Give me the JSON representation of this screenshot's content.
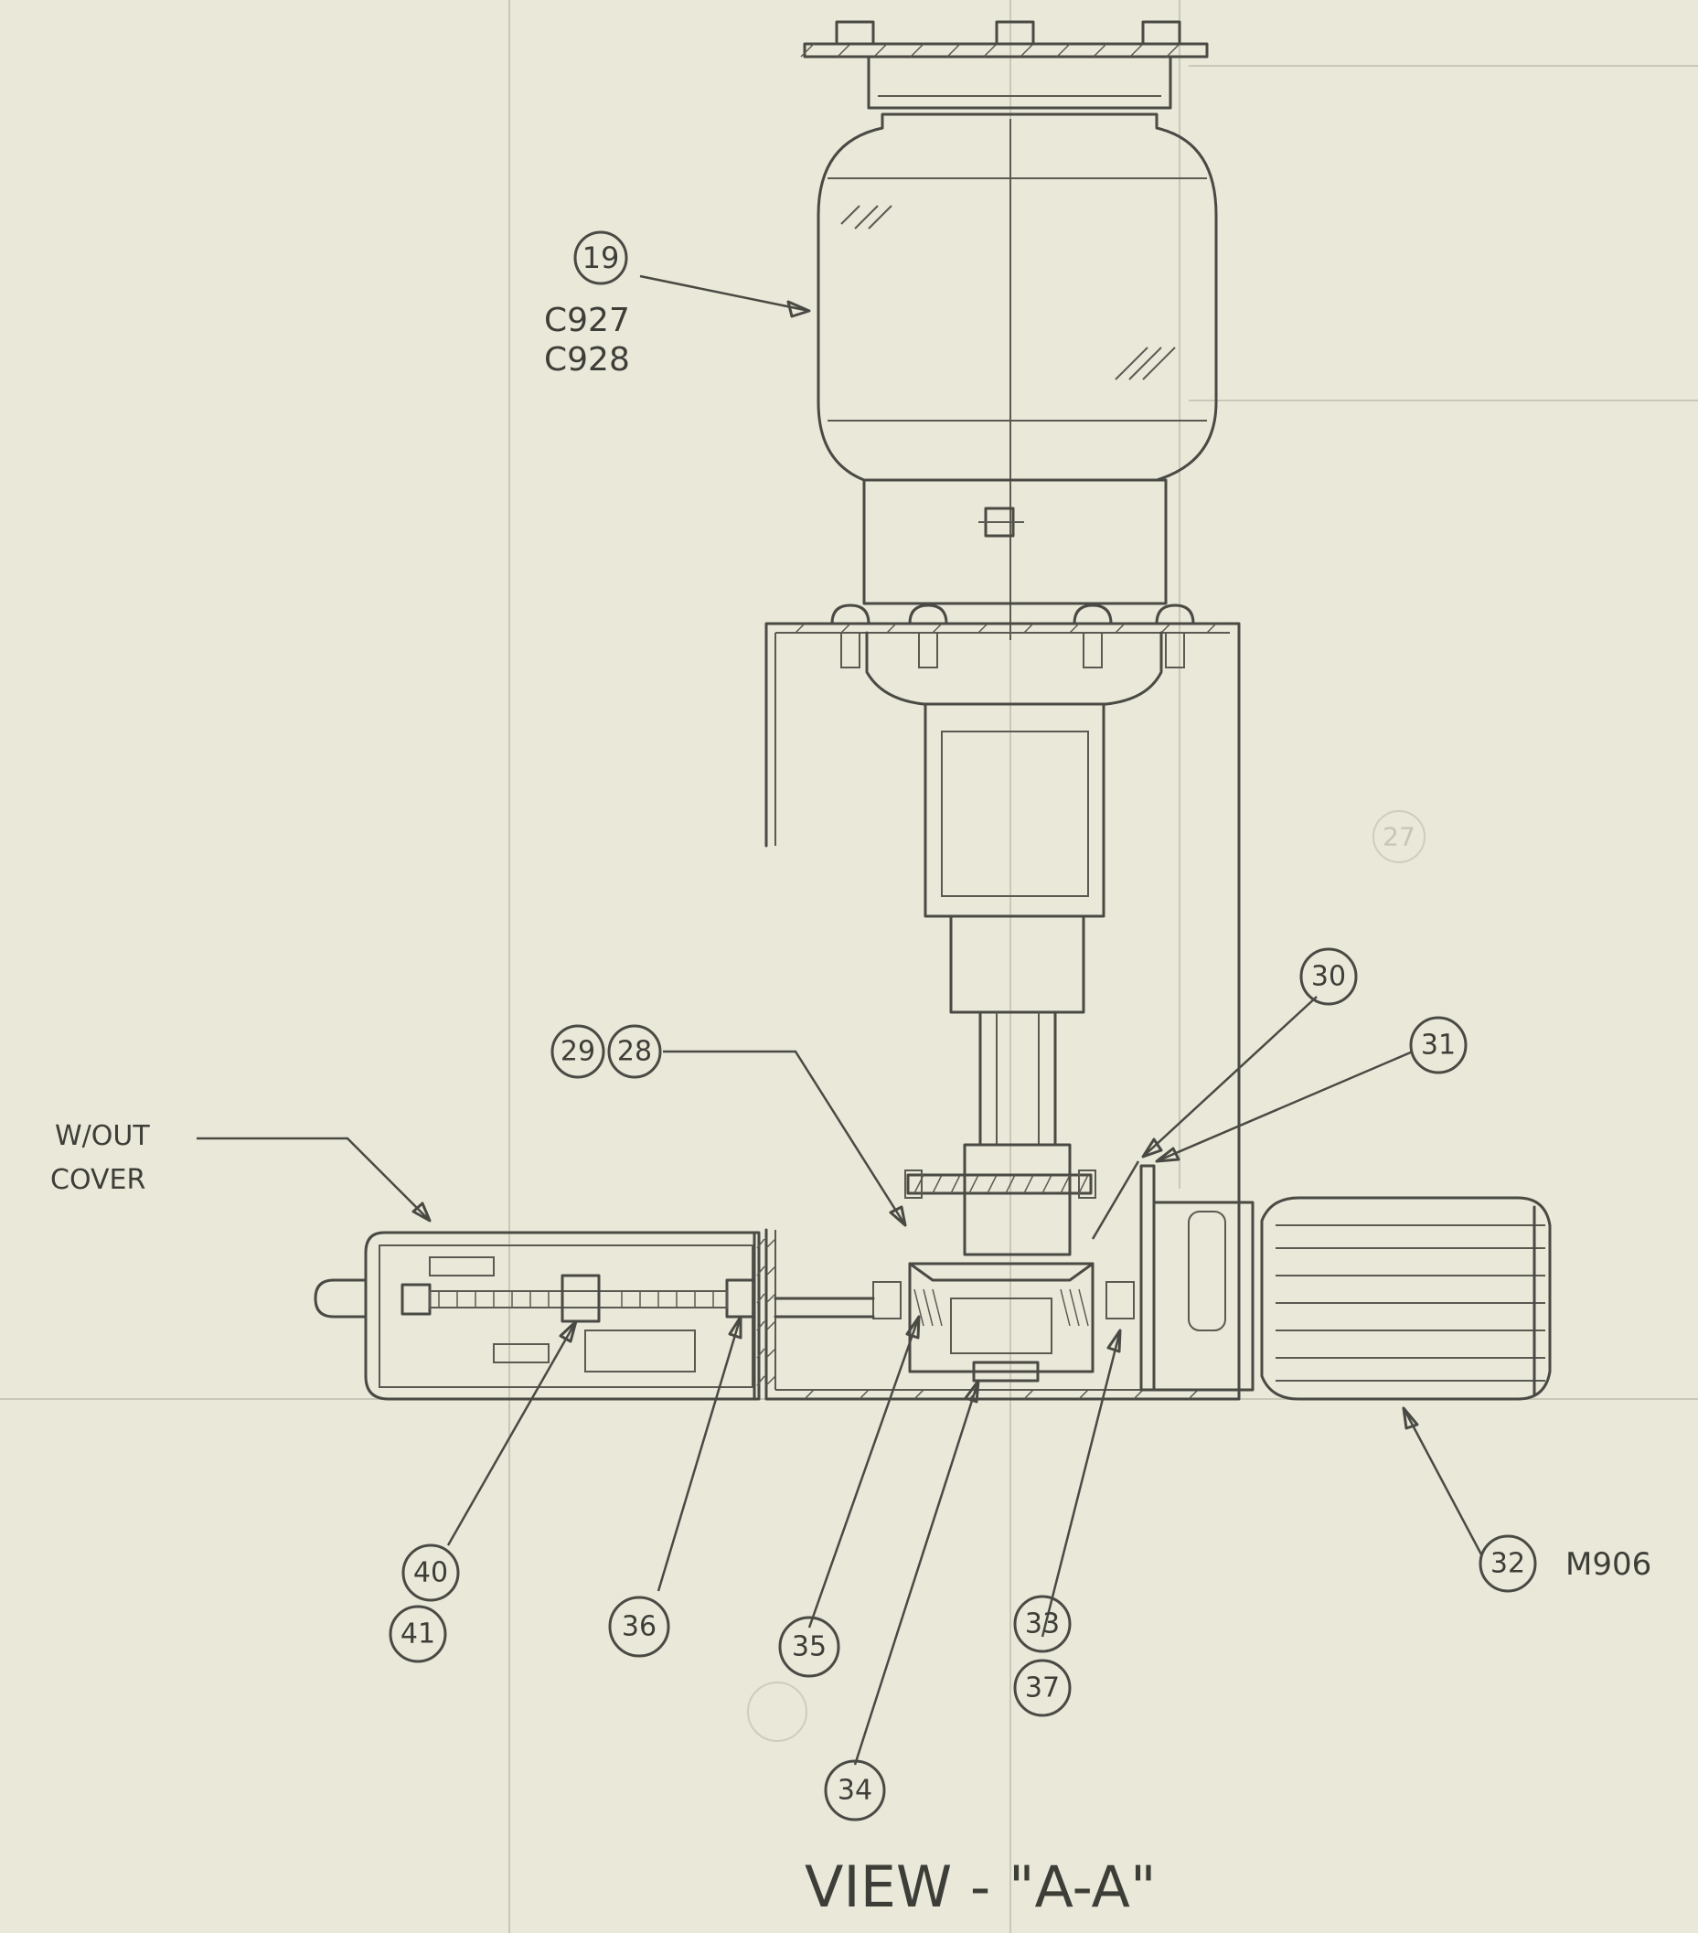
{
  "callouts": {
    "c19": "19",
    "c27": "27",
    "c28": "28",
    "c29": "29",
    "c30": "30",
    "c31": "31",
    "c32": "32",
    "c33": "33",
    "c34": "34",
    "c35": "35",
    "c36": "36",
    "c37": "37",
    "c40": "40",
    "c41": "41"
  },
  "notes": {
    "part_c927": "C927",
    "part_c928": "C928",
    "part_m906": "M906",
    "without_cover_line1": "W/OUT",
    "without_cover_line2": "COVER"
  },
  "view_title": "VIEW - \"A-A\""
}
